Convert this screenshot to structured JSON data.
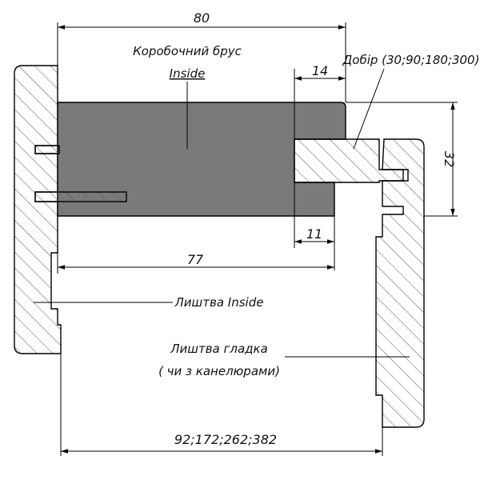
{
  "colors": {
    "background": "#ffffff",
    "frame_beam_fill": "#7a7a7a",
    "outline": "#000000",
    "hatch": "#555555"
  },
  "dimensions": {
    "top_width": "80",
    "extension_width": "14",
    "lower_width": "77",
    "groove_width": "11",
    "height": "32",
    "total_width": "92;172;262;382"
  },
  "labels": {
    "frame_beam_line1": "Коробочний брус",
    "frame_beam_line2": "Inside",
    "extension_board": "Добір (30;90;180;300)",
    "casing_inside": "Лиштва  Inside",
    "casing_smooth_line1": "Лиштва гладка",
    "casing_smooth_line2": "( чи з канелюрами)"
  }
}
